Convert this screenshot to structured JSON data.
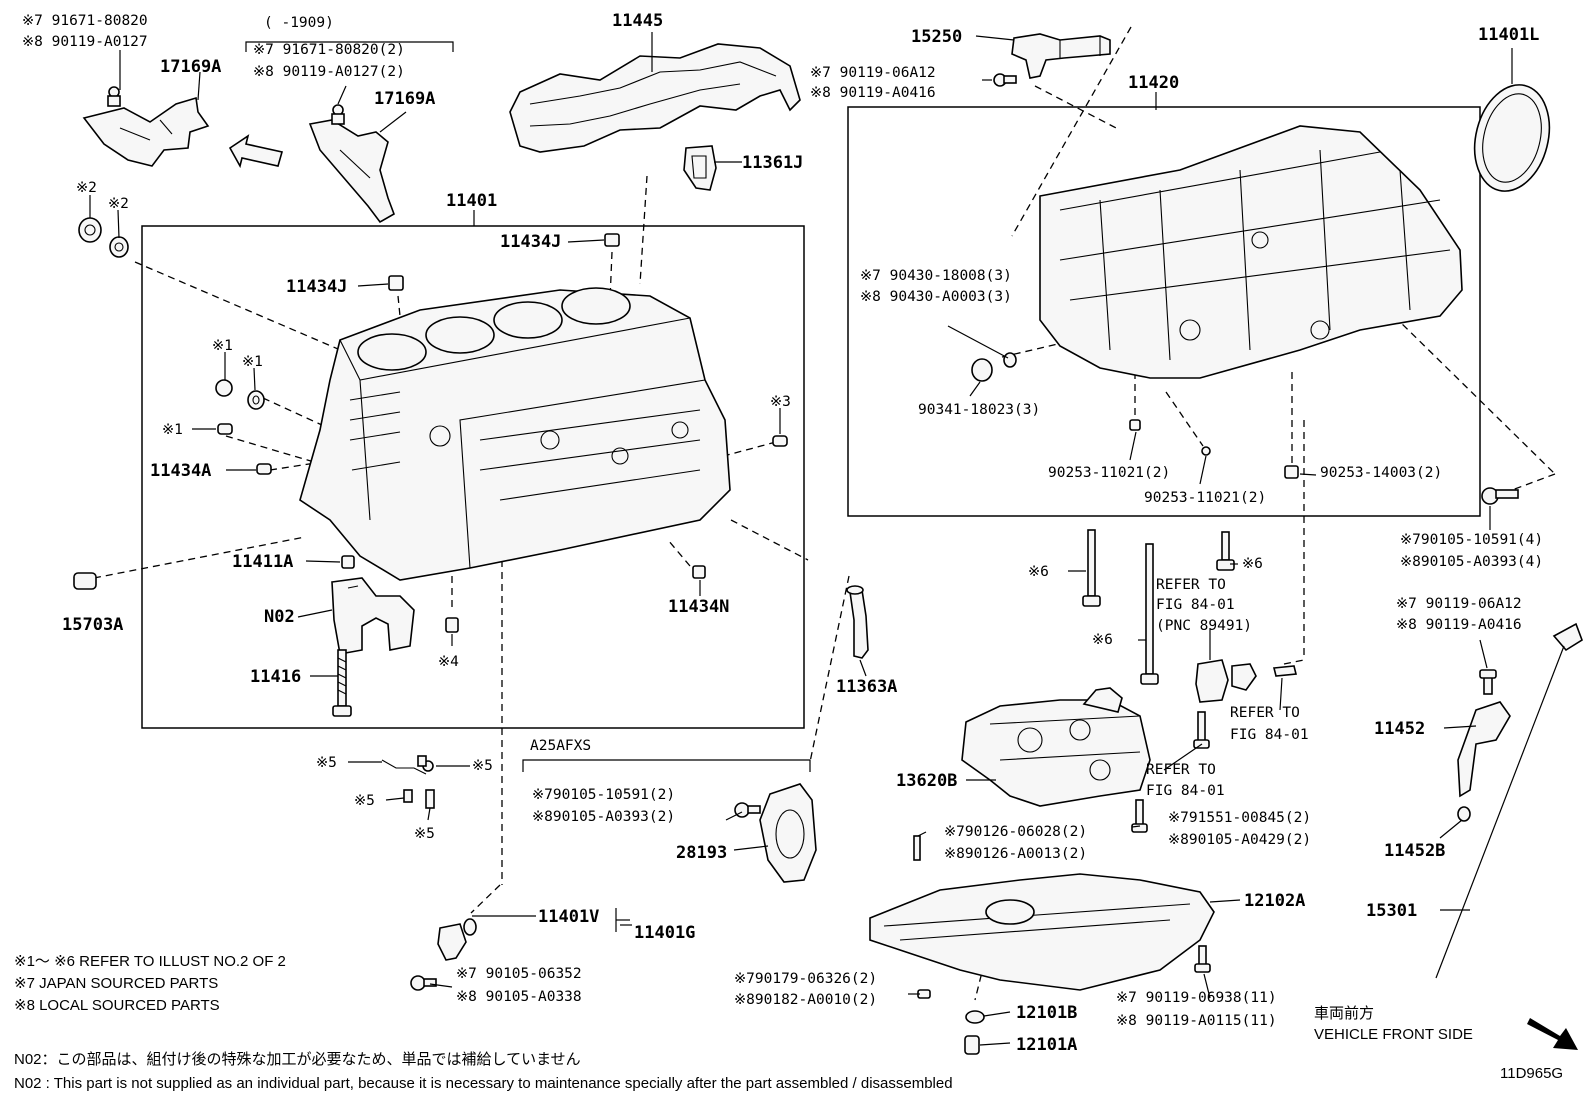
{
  "callouts": {
    "c_17169A_bolts_a": "※7 91671-80820",
    "c_17169A_bolts_b": "※8 90119-A0127",
    "c_17169A_left": "17169A",
    "c_range": "(      -1909)",
    "c_17169A_r_a": "※7 91671-80820(2)",
    "c_17169A_r_b": "※8 90119-A0127(2)",
    "c_17169A_right": "17169A",
    "c_11445": "11445",
    "c_15250": "15250",
    "c_06A12_a": "※7 90119-06A12",
    "c_06A12_b": "※8 90119-A0416",
    "c_11401L": "11401L",
    "c_11420": "11420",
    "c_11361J": "11361J",
    "c_x2_a": "※2",
    "c_x2_b": "※2",
    "c_11401": "11401",
    "c_11434J_a": "11434J",
    "c_11434J_b": "11434J",
    "c_x1_a": "※1",
    "c_x1_b": "※1",
    "c_x1_c": "※1",
    "c_x3": "※3",
    "c_11434A": "11434A",
    "c_11411A": "11411A",
    "c_15703A": "15703A",
    "c_N02": "N02",
    "c_11434N": "11434N",
    "c_x4": "※4",
    "c_11416": "11416",
    "c_11363A": "11363A",
    "c_18008_a": "※7 90430-18008(3)",
    "c_18008_b": "※8 90430-A0003(3)",
    "c_90341": "90341-18023(3)",
    "c_90253_a": "90253-11021(2)",
    "c_90253_b": "90253-11021(2)",
    "c_90253_c": "90253-14003(2)",
    "c_10591_r_a": "※790105-10591(4)",
    "c_10591_r_b": "※890105-A0393(4)",
    "c_x6_a": "※6",
    "c_x6_b": "※6",
    "c_x6_c": "※6",
    "c_refer1_a": "REFER TO",
    "c_refer1_b": "FIG 84-01",
    "c_refer1_c": "(PNC 89491)",
    "c_refer2_a": "REFER TO",
    "c_refer2_b": "FIG 84-01",
    "c_refer3_a": "REFER TO",
    "c_refer3_b": "FIG 84-01",
    "c_06A12_r_a": "※7 90119-06A12",
    "c_06A12_r_b": "※8 90119-A0416",
    "c_11452": "11452",
    "c_11452B": "11452B",
    "c_15301": "15301",
    "c_13620B": "13620B",
    "c_a25afxs": "A25AFXS",
    "c_x5_a": "※5",
    "c_x5_b": "※5",
    "c_x5_c": "※5",
    "c_x5_d": "※5",
    "c_10591_m_a": "※790105-10591(2)",
    "c_10591_m_b": "※890105-A0393(2)",
    "c_28193": "28193",
    "c_06028_a": "※790126-06028(2)",
    "c_06028_b": "※890126-A0013(2)",
    "c_00845_a": "※791551-00845(2)",
    "c_00845_b": "※890105-A0429(2)",
    "c_12102A": "12102A",
    "c_11401V": "11401V",
    "c_11401G": "11401G",
    "c_06352_a": "※7 90105-06352",
    "c_06352_b": "※8 90105-A0338",
    "c_06326_a": "※790179-06326(2)",
    "c_06326_b": "※890182-A0010(2)",
    "c_06938_a": "※7 90119-06938(11)",
    "c_06938_b": "※8 90119-A0115(11)",
    "c_12101B": "12101B",
    "c_12101A": "12101A"
  },
  "legend": {
    "line1": "※1～ ※6 REFER TO ILLUST NO.2 OF 2",
    "line2": "※7 JAPAN SOURCED PARTS",
    "line3": "※8 LOCAL SOURCED PARTS"
  },
  "notes": {
    "n02_jp": "N02：この部品は、組付け後の特殊な加工が必要なため、単品では補給していません",
    "n02_en": "N02 : This part is not supplied as an individual part, because it is necessary to maintenance specially after the part assembled / disassembled"
  },
  "front": {
    "jp": "車両前方",
    "en": "VEHICLE FRONT SIDE"
  },
  "illustration_id": "11D965G"
}
